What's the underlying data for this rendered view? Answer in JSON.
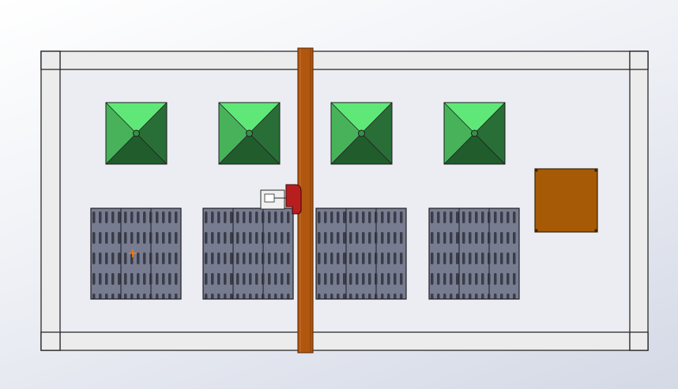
{
  "viewport": {
    "background_colors": [
      "#ffffff",
      "#d4d9e6"
    ],
    "view": "top"
  },
  "assembly": {
    "frame": {
      "fill_color": "#ececec",
      "inner_fill_color": "#ebedf2",
      "stroke_color": "#2a2a2a"
    },
    "divider_beam": {
      "color": "#b0560f",
      "edge_color": "#6b3208"
    },
    "air_units": {
      "count": 4,
      "light_color": "#5fe877",
      "mid_color": "#48b25b",
      "dark_color": "#2a6e37",
      "darker_color": "#215c2d",
      "icon": "pyramid-hood-icon"
    },
    "battery_racks": {
      "count": 4,
      "modules_per_rack": 3,
      "slot_rows": 4,
      "color": "#777c90",
      "slot_color": "#3a3d49"
    },
    "control_box": {
      "color": "#a65a05"
    },
    "valve": {
      "body_color": "#b81e1e",
      "bracket_color": "#f0f0f0",
      "icon": "valve-icon"
    },
    "origin_marker": {
      "color": "#ff7a00",
      "icon": "origin-cross-icon"
    }
  }
}
